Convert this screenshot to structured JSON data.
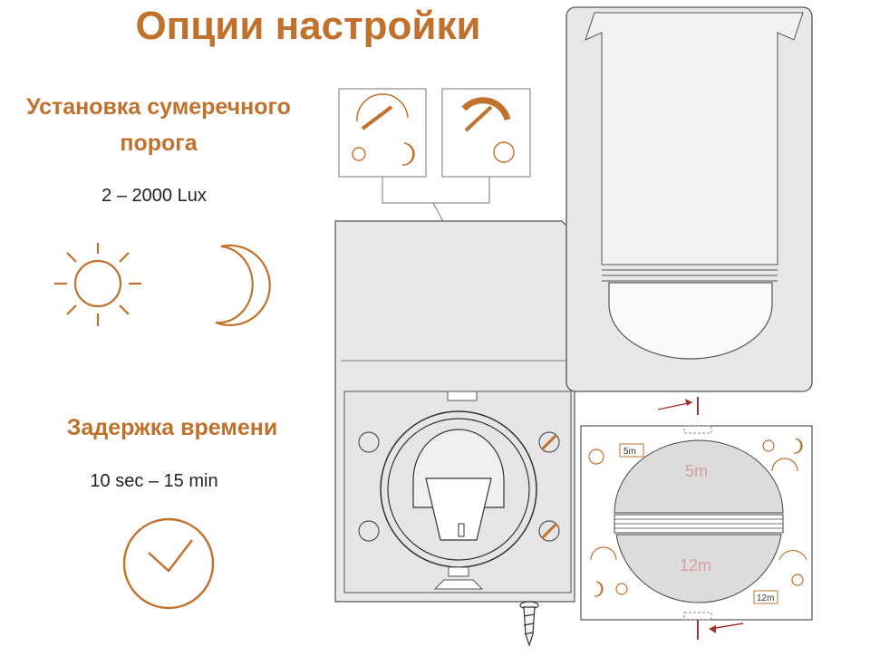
{
  "title": "Опции настройки",
  "twilight": {
    "heading_line1": "Установка сумеречного",
    "heading_line2": "порога",
    "range": "2 – 2000 Lux"
  },
  "delay": {
    "heading": "Задержка времени",
    "range": "10 sec – 15 min"
  },
  "lens_panel": {
    "label_5m": "5m",
    "label_12m": "12m",
    "badge_5m": "5m",
    "badge_12m": "12m"
  },
  "colors": {
    "accent": "#c0712c",
    "arrow": "#a0342c",
    "device_fill": "#e8e8e8",
    "outline": "#555555"
  },
  "icons": [
    "sun-icon",
    "moon-icon",
    "clock-icon",
    "screw-icon"
  ]
}
